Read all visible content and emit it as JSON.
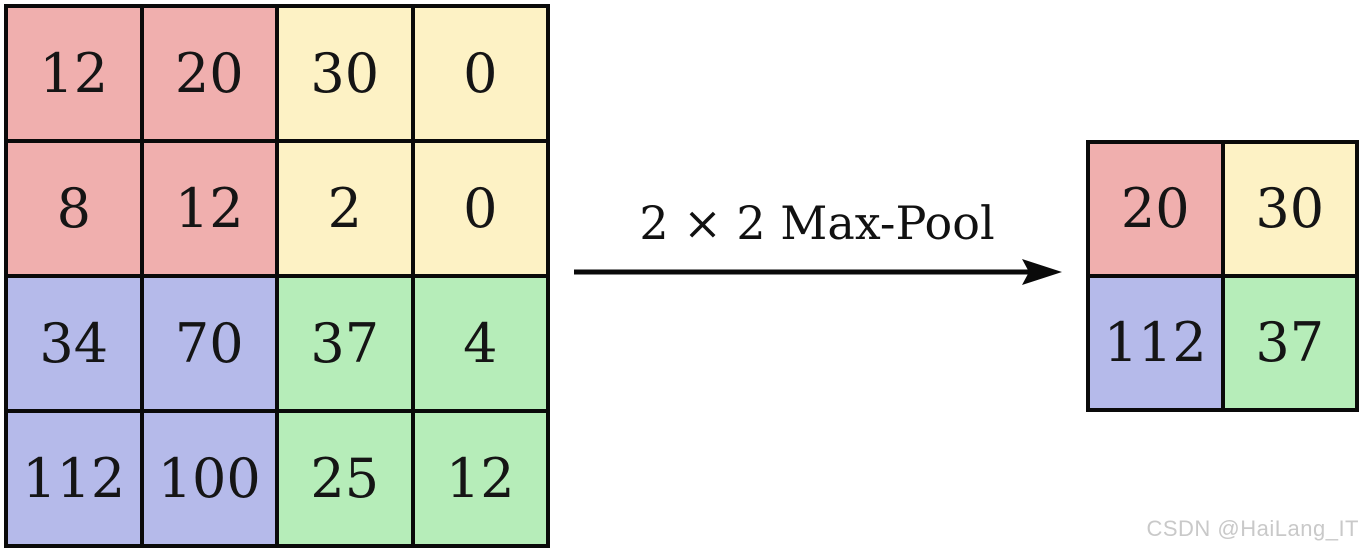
{
  "palette": {
    "red": "#f0afae",
    "yellow": "#fdf2c5",
    "blue": "#b5baea",
    "green": "#b6edb9",
    "line": "#0a0a0a"
  },
  "input_grid": {
    "values": [
      "12",
      "20",
      "30",
      "0",
      "8",
      "12",
      "2",
      "0",
      "34",
      "70",
      "37",
      "4",
      "112",
      "100",
      "25",
      "12"
    ],
    "colors": [
      "red",
      "red",
      "yellow",
      "yellow",
      "red",
      "red",
      "yellow",
      "yellow",
      "blue",
      "blue",
      "green",
      "green",
      "blue",
      "blue",
      "green",
      "green"
    ]
  },
  "arrow": {
    "label": "2 × 2 Max-Pool"
  },
  "output_grid": {
    "values": [
      "20",
      "30",
      "112",
      "37"
    ],
    "colors": [
      "red",
      "yellow",
      "blue",
      "green"
    ]
  },
  "watermark": "CSDN @HaiLang_IT"
}
